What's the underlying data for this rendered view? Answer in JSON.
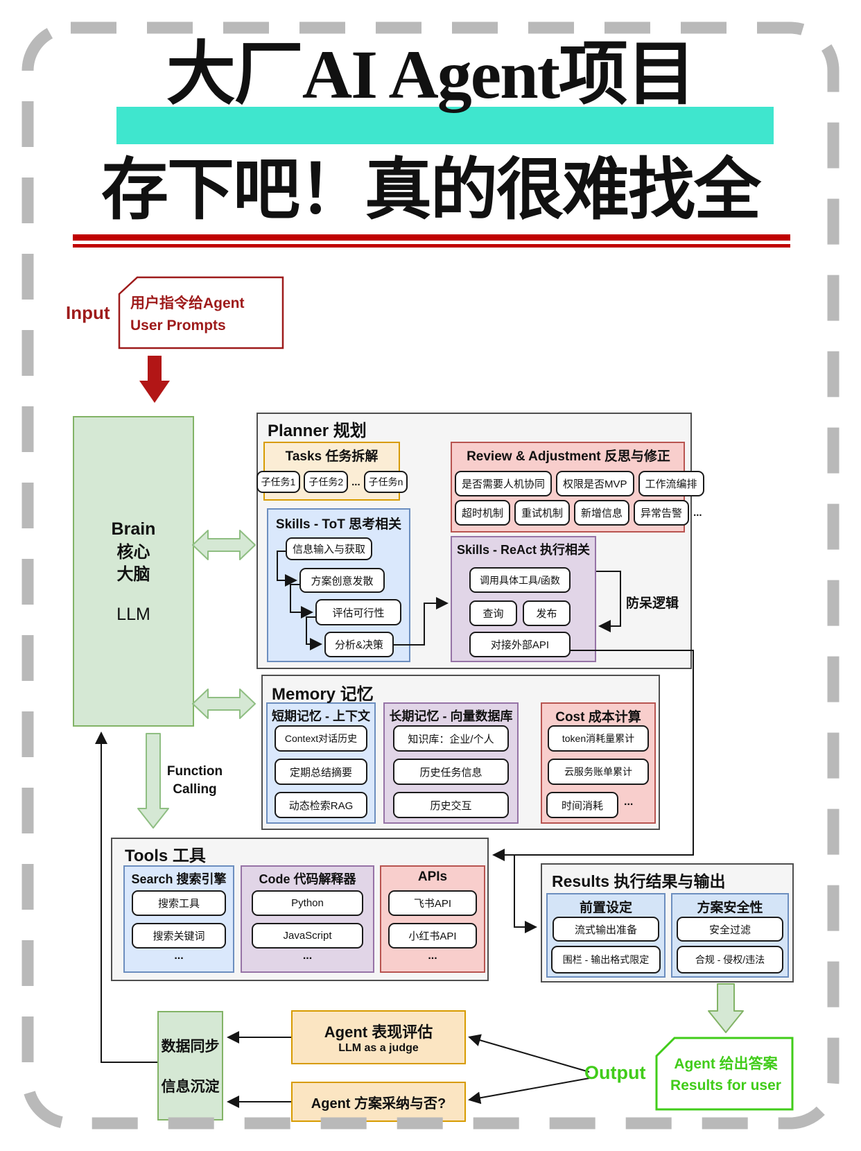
{
  "title": {
    "line1": "大厂AI Agent项目",
    "line2": "存下吧！真的很难找全"
  },
  "input": {
    "label": "Input",
    "line1": "用户指令给Agent",
    "line2": "User Prompts"
  },
  "brain": {
    "l1": "Brain",
    "l2": "核心",
    "l3": "大脑",
    "l4": "LLM"
  },
  "planner": {
    "title": "Planner 规划",
    "tasks": {
      "title": "Tasks 任务拆解",
      "items": [
        "子任务1",
        "子任务2",
        "...",
        "子任务n"
      ]
    },
    "review": {
      "title": "Review & Adjustment 反思与修正",
      "row1": [
        "是否需要人机协同",
        "权限是否MVP",
        "工作流编排"
      ],
      "row2": [
        "超时机制",
        "重试机制",
        "新增信息",
        "异常告警",
        "..."
      ]
    },
    "tot": {
      "title": "Skills - ToT 思考相关",
      "steps": [
        "信息输入与获取",
        "方案创意发散",
        "评估可行性",
        "分析&决策"
      ]
    },
    "react": {
      "title": "Skills - ReAct 执行相关",
      "items": [
        "调用具体工具/函数",
        "查询",
        "发布",
        "对接外部API"
      ]
    },
    "loop_label": "防呆逻辑"
  },
  "memory": {
    "title": "Memory 记忆",
    "short_term": {
      "title": "短期记忆 - 上下文",
      "items": [
        "Context对话历史",
        "定期总结摘要",
        "动态检索RAG"
      ]
    },
    "long_term": {
      "title": "长期记忆 - 向量数据库",
      "items": [
        "知识库：企业/个人",
        "历史任务信息",
        "历史交互"
      ]
    },
    "cost": {
      "title": "Cost 成本计算",
      "items": [
        "token消耗量累计",
        "云服务账单累计",
        "时间消耗"
      ],
      "more": "..."
    }
  },
  "function_calling": {
    "l1": "Function",
    "l2": "Calling"
  },
  "tools": {
    "title": "Tools 工具",
    "search": {
      "title": "Search 搜索引擎",
      "items": [
        "搜索工具",
        "搜索关键词"
      ],
      "more": "..."
    },
    "code": {
      "title": "Code 代码解释器",
      "items": [
        "Python",
        "JavaScript"
      ],
      "more": "..."
    },
    "apis": {
      "title": "APIs",
      "items": [
        "飞书API",
        "小红书API"
      ],
      "more": "..."
    }
  },
  "results": {
    "title": "Results 执行结果与输出",
    "preset": {
      "title": "前置设定",
      "items": [
        "流式输出准备",
        "围栏 - 输出格式限定"
      ]
    },
    "safety": {
      "title": "方案安全性",
      "items": [
        "安全过滤",
        "合规 - 侵权/违法"
      ]
    }
  },
  "bottom": {
    "sync": {
      "l1": "数据同步",
      "l2": "信息沉淀"
    },
    "eval": {
      "l1": "Agent 表现评估",
      "l2": "LLM as a judge"
    },
    "adopt": "Agent 方案采纳与否?",
    "output_label": "Output",
    "answer": {
      "l1": "Agent 给出答案",
      "l2": "Results for user"
    }
  },
  "colors": {
    "teal_highlight": "#3FE6CE",
    "underline_red": "#C00000",
    "input_red": "#9E1B1B",
    "arrow_red": "#B21616",
    "green_fill": "#D5E8D4",
    "green_border": "#82B366",
    "panel_fill": "#F5F5F5",
    "panel_border": "#4F4F4F",
    "tan_fill": "#FBEDD5",
    "tan_border": "#D79B00",
    "pink_fill": "#F8CECC",
    "pink_border": "#B85450",
    "blue_fill": "#DAE8FC",
    "blue_border": "#6C8EBF",
    "purple_fill": "#E1D5E7",
    "purple_border": "#9673A6",
    "result_item_fill": "#D4E4F7",
    "bright_green": "#41CC1A",
    "bottom_orange_fill": "#FBE5C2"
  }
}
